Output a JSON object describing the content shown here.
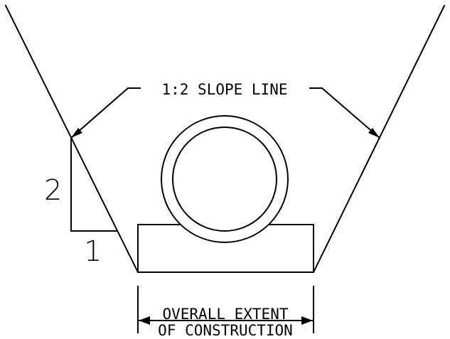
{
  "diagram": {
    "callout_slope": "1:2 SLOPE LINE",
    "slope_rise": "2",
    "slope_run": "1",
    "extent_line1": "OVERALL EXTENT",
    "extent_line2": "OF CONSTRUCTION",
    "line_color": "#000000",
    "background_color": "#ffffff"
  }
}
